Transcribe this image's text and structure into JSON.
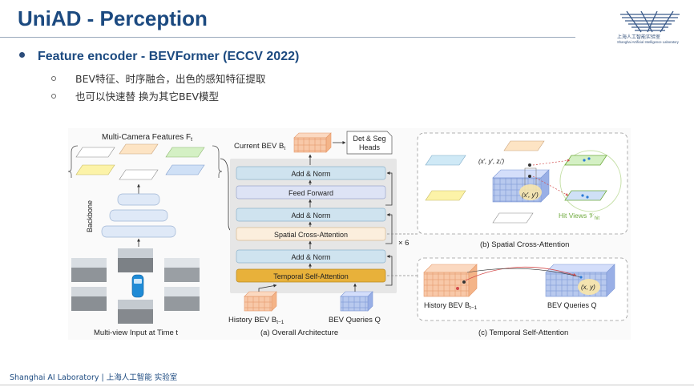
{
  "slide": {
    "title": "UniAD - Perception",
    "bullet": "Feature encoder - BEVFormer (ECCV 2022)",
    "sub_bullets": [
      "BEV特征、时序融合，出色的感知特征提取",
      "也可以快速替 换为其它BEV模型"
    ],
    "footer": "Shanghai AI Laboratory  |  上海人工智能 实验室"
  },
  "logo": {
    "cn": "上海人工智能实验室",
    "en": "Shanghai Artificial Intelligence Laboratory"
  },
  "figure": {
    "left_panel": {
      "features_label": "Multi-Camera Features F",
      "features_sub": "t",
      "backbone_label": "Backbone",
      "input_label": "Multi-view Input at Time t"
    },
    "middle_panel": {
      "current_bev": "Current BEV B",
      "current_bev_sub": "t",
      "heads_line1": "Det & Seg",
      "heads_line2": "Heads",
      "blocks": [
        "Add & Norm",
        "Feed Forward",
        "Add & Norm",
        "Spatial Cross-Attention",
        "Add & Norm",
        "Temporal Self-Attention"
      ],
      "repeat": "× 6",
      "history_bev": "History BEV B",
      "history_bev_sub": "t−1",
      "bev_queries": "BEV Queries Q",
      "caption": "(a) Overall Architecture"
    },
    "spatial_panel": {
      "point_3d": "(x′, y′, zⱼ′)",
      "point_2d": "(x′, y′)",
      "hit_views": "Hit Views 𝒱",
      "hit_views_sub": "hit",
      "caption": "(b) Spatial Cross-Attention"
    },
    "temporal_panel": {
      "history_bev": "History BEV B",
      "history_bev_sub": "t−1",
      "bev_queries": "BEV Queries Q",
      "point": "(x, y)",
      "caption": "(c) Temporal Self-Attention"
    },
    "colors": {
      "block_blue": "#cfe3ef",
      "block_cream": "#fbeedd",
      "block_gold": "#e8b13a",
      "bev_orange": "#f8c8a8",
      "bev_blue": "#b8c9ee",
      "hit_green": "#6faa3d"
    }
  }
}
